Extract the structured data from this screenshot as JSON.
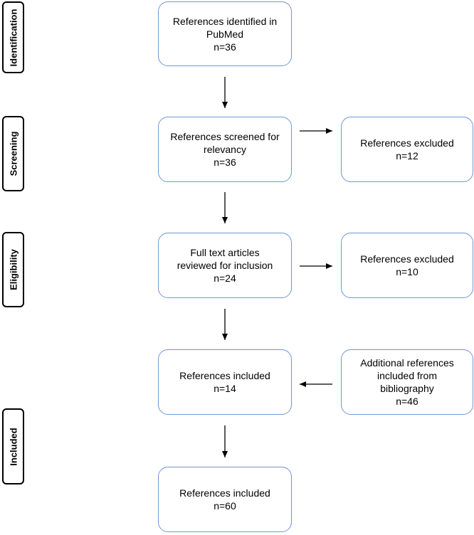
{
  "stages": {
    "identification": "Identification",
    "screening": "Screening",
    "eligibility": "Eligibility",
    "included": "Included"
  },
  "boxes": {
    "identified": [
      "References identified in",
      "PubMed",
      "n=36"
    ],
    "screened": [
      "References screened for",
      "relevancy",
      "n=36"
    ],
    "excluded_screening": [
      "References excluded",
      "n=12"
    ],
    "full_text": [
      "Full text articles",
      "reviewed for inclusion",
      "n=24"
    ],
    "excluded_eligibility": [
      "References excluded",
      "n=10"
    ],
    "included_pubmed": [
      "References included",
      "n=14"
    ],
    "additional": [
      "Additional references",
      "included from",
      "bibliography",
      "n=46"
    ],
    "included_total": [
      "References included",
      "n=60"
    ]
  }
}
